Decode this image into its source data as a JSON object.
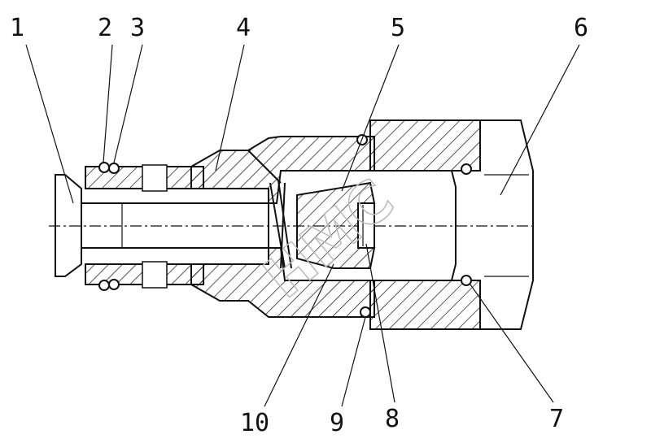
{
  "diagram": {
    "type": "cross-section parts diagram",
    "callouts": [
      "1",
      "2",
      "3",
      "4",
      "5",
      "6",
      "7",
      "8",
      "9",
      "10"
    ],
    "watermark": "HMC"
  },
  "colors": {
    "ink": "#111111",
    "background": "#ffffff"
  }
}
